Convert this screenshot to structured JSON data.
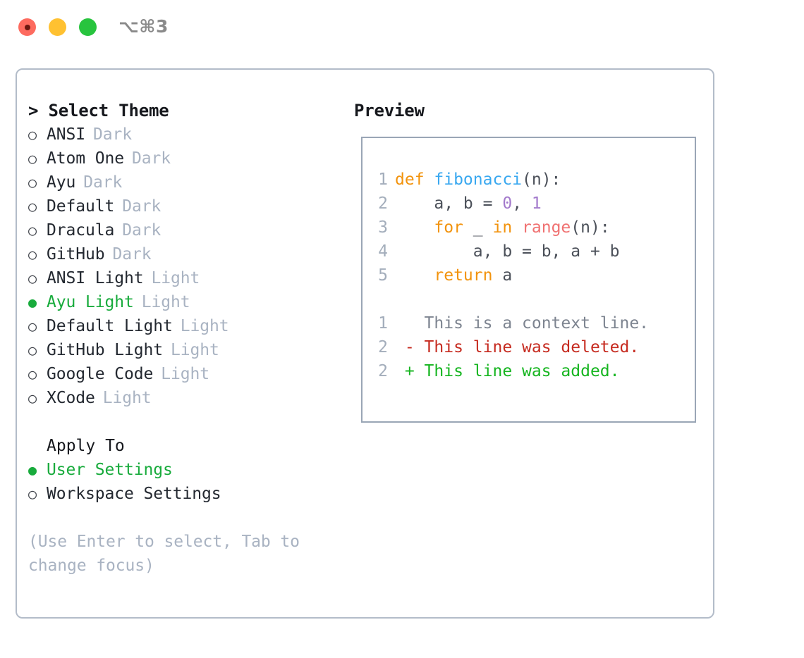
{
  "window": {
    "shortcut": "⌥⌘3",
    "traffic_lights": [
      {
        "name": "close-button",
        "color": "#fd6b5f"
      },
      {
        "name": "minimize-button",
        "color": "#ffc131"
      },
      {
        "name": "maximize-button",
        "color": "#28c43e"
      }
    ]
  },
  "theme_picker": {
    "title": "> Select Theme",
    "bullet_selected": "●",
    "bullet_unselected": "○",
    "options": [
      {
        "label": "ANSI",
        "tag": "Dark",
        "selected": false
      },
      {
        "label": "Atom One",
        "tag": "Dark",
        "selected": false
      },
      {
        "label": "Ayu",
        "tag": "Dark",
        "selected": false
      },
      {
        "label": "Default",
        "tag": "Dark",
        "selected": false
      },
      {
        "label": "Dracula",
        "tag": "Dark",
        "selected": false
      },
      {
        "label": "GitHub",
        "tag": "Dark",
        "selected": false
      },
      {
        "label": "ANSI Light",
        "tag": "Light",
        "selected": false
      },
      {
        "label": "Ayu Light",
        "tag": "Light",
        "selected": true
      },
      {
        "label": "Default Light",
        "tag": "Light",
        "selected": false
      },
      {
        "label": "GitHub Light",
        "tag": "Light",
        "selected": false
      },
      {
        "label": "Google Code",
        "tag": "Light",
        "selected": false
      },
      {
        "label": "XCode",
        "tag": "Light",
        "selected": false
      }
    ]
  },
  "apply_to": {
    "heading": "Apply To",
    "options": [
      {
        "label": "User Settings",
        "selected": true
      },
      {
        "label": "Workspace Settings",
        "selected": false
      }
    ]
  },
  "hint": "(Use Enter to select, Tab to change focus)",
  "preview": {
    "title": "Preview",
    "code_lines": [
      {
        "num": "1",
        "tokens": [
          {
            "t": "def ",
            "c": "kw"
          },
          {
            "t": "fibonacci",
            "c": "fn"
          },
          {
            "t": "(n):",
            "c": "pln"
          }
        ]
      },
      {
        "num": "2",
        "tokens": [
          {
            "t": "    a, b = ",
            "c": "pln"
          },
          {
            "t": "0",
            "c": "num"
          },
          {
            "t": ", ",
            "c": "pln"
          },
          {
            "t": "1",
            "c": "num"
          }
        ]
      },
      {
        "num": "3",
        "tokens": [
          {
            "t": "    ",
            "c": "pln"
          },
          {
            "t": "for",
            "c": "kw"
          },
          {
            "t": " _ ",
            "c": "pln"
          },
          {
            "t": "in",
            "c": "kw"
          },
          {
            "t": " ",
            "c": "pln"
          },
          {
            "t": "range",
            "c": "bi"
          },
          {
            "t": "(n):",
            "c": "pln"
          }
        ]
      },
      {
        "num": "4",
        "tokens": [
          {
            "t": "        a, b = b, a + b",
            "c": "pln"
          }
        ]
      },
      {
        "num": "5",
        "tokens": [
          {
            "t": "    ",
            "c": "pln"
          },
          {
            "t": "return",
            "c": "kw"
          },
          {
            "t": " a",
            "c": "pln"
          }
        ]
      }
    ],
    "diff_lines": [
      {
        "num": "1",
        "marker": " ",
        "text": " This is a context line.",
        "kind": "ctx"
      },
      {
        "num": "2",
        "marker": "-",
        "text": " This line was deleted.",
        "kind": "del"
      },
      {
        "num": "2",
        "marker": "+",
        "text": " This line was added.",
        "kind": "add"
      }
    ]
  },
  "colors": {
    "accent_green": "#18ab3c",
    "muted": "#a9b3c2",
    "keyword": "#f2930d",
    "function": "#39a8f0",
    "builtin": "#f07171",
    "number": "#a37acc",
    "diff_deleted": "#c62b20",
    "diff_added": "#16b520",
    "panel_border": "#b3bcc9",
    "preview_border": "#9aa6b6"
  }
}
